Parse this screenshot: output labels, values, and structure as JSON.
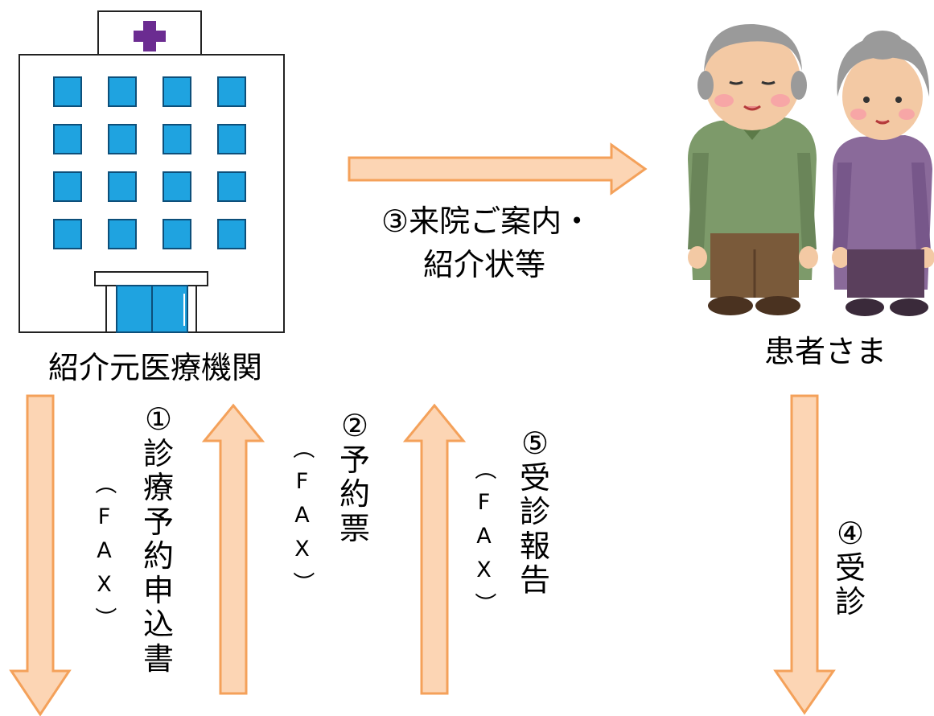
{
  "hospital_label": "紹介元医療機関",
  "patients_label": "患者さま",
  "step3_line1": "③来院ご案内・",
  "step3_line2": "紹介状等",
  "step1_chars": [
    "①",
    "診",
    "療",
    "予",
    "約",
    "申",
    "込",
    "書"
  ],
  "step1_fax": [
    "（",
    "F",
    "A",
    "X",
    "）"
  ],
  "step2_chars": [
    "②",
    "予",
    "約",
    "票"
  ],
  "step2_fax": [
    "（",
    "F",
    "A",
    "X",
    "）"
  ],
  "step5_chars": [
    "⑤",
    "受",
    "診",
    "報",
    "告"
  ],
  "step5_fax": [
    "（",
    "F",
    "A",
    "X",
    "）"
  ],
  "step4_chars": [
    "④",
    "受",
    "診"
  ],
  "colors": {
    "arrow_fill": "#fcd5b4",
    "arrow_stroke": "#f4a15a",
    "window_blue": "#1fa3e0",
    "cross_purple": "#6b2c91"
  }
}
